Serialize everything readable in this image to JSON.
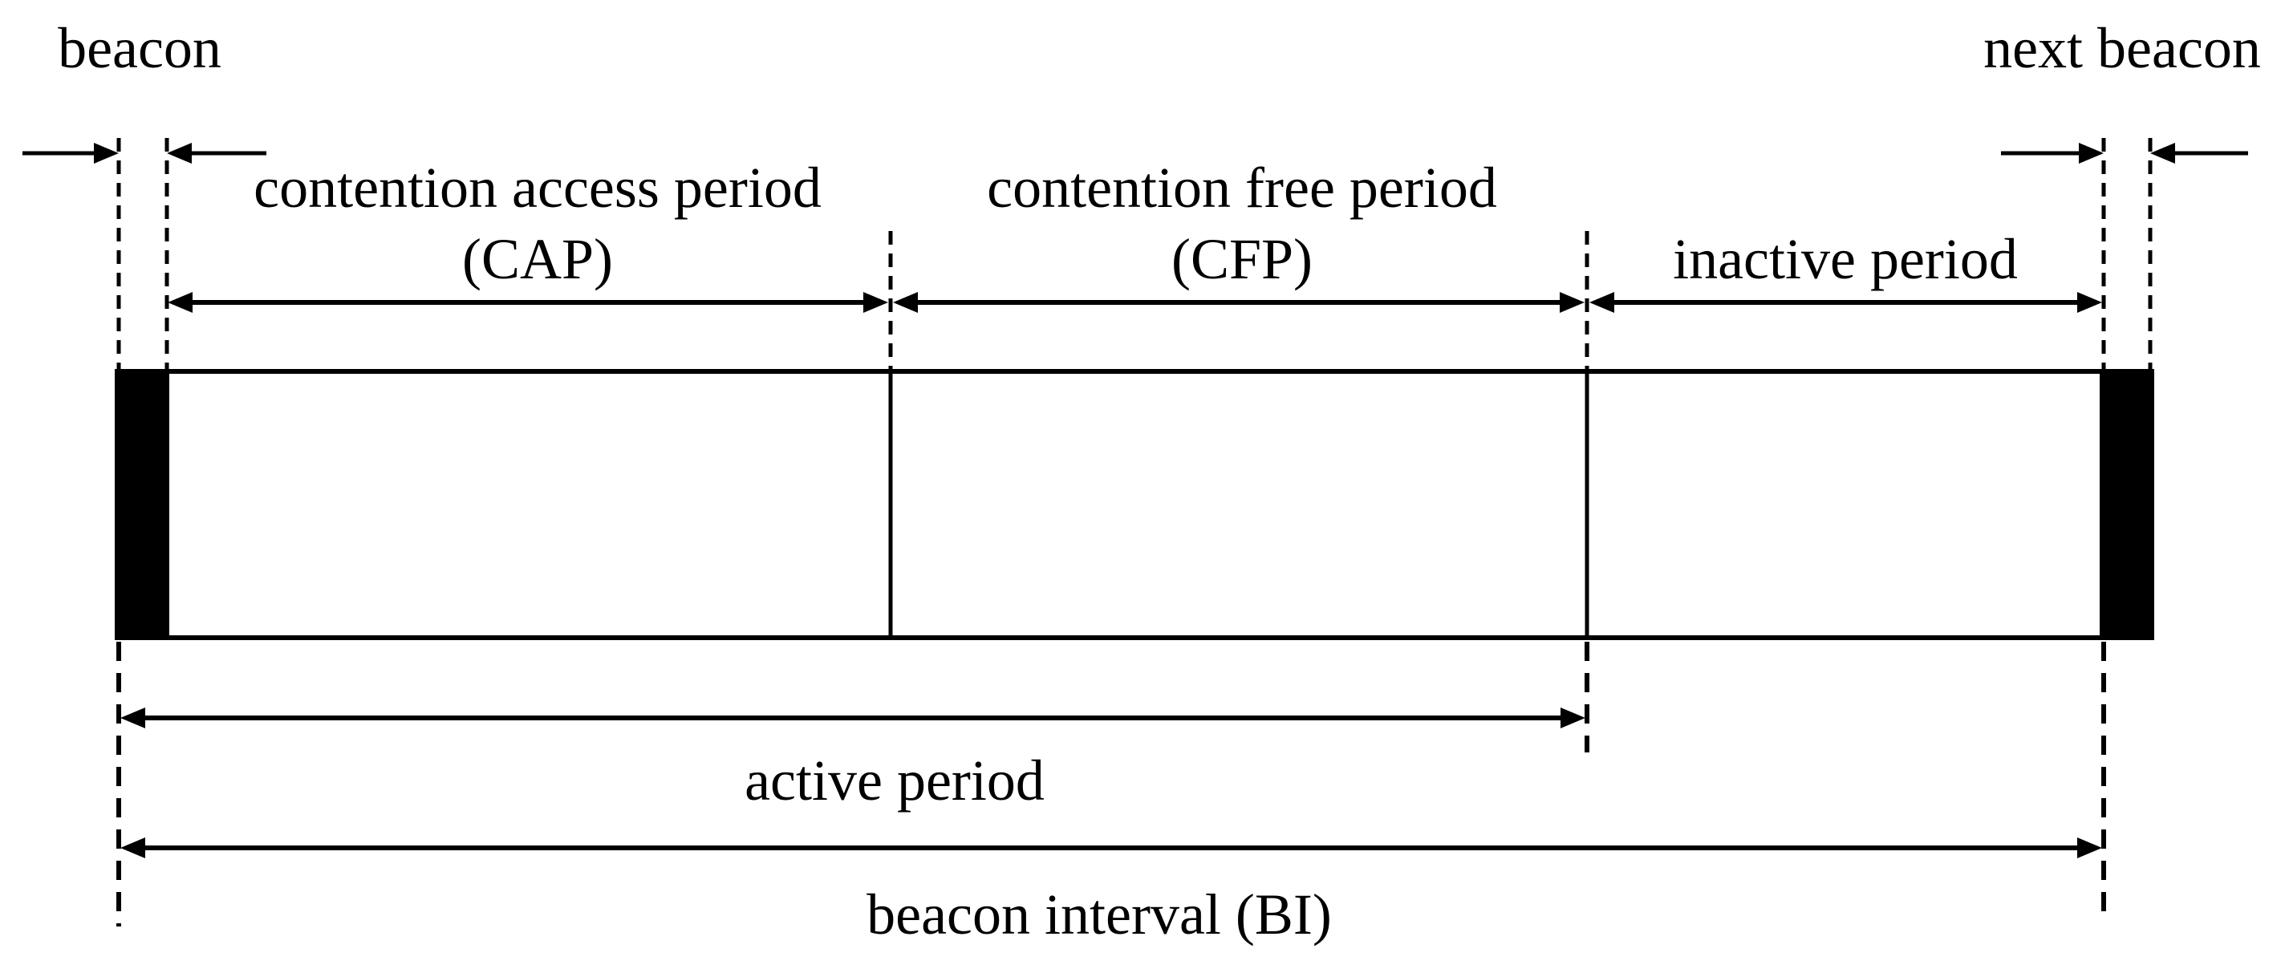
{
  "figure": {
    "background_color": "#ffffff",
    "ink_color": "#000000",
    "beacon_markers": {
      "start": "beacon",
      "end": "next beacon"
    },
    "periods": [
      {
        "name": "contention access period",
        "abbr": "(CAP)"
      },
      {
        "name": "contention free period",
        "abbr": "(CFP)"
      },
      {
        "name": "inactive period",
        "abbr": ""
      }
    ],
    "spans": {
      "active": "active period",
      "beacon_interval": "beacon interval (BI)"
    }
  }
}
